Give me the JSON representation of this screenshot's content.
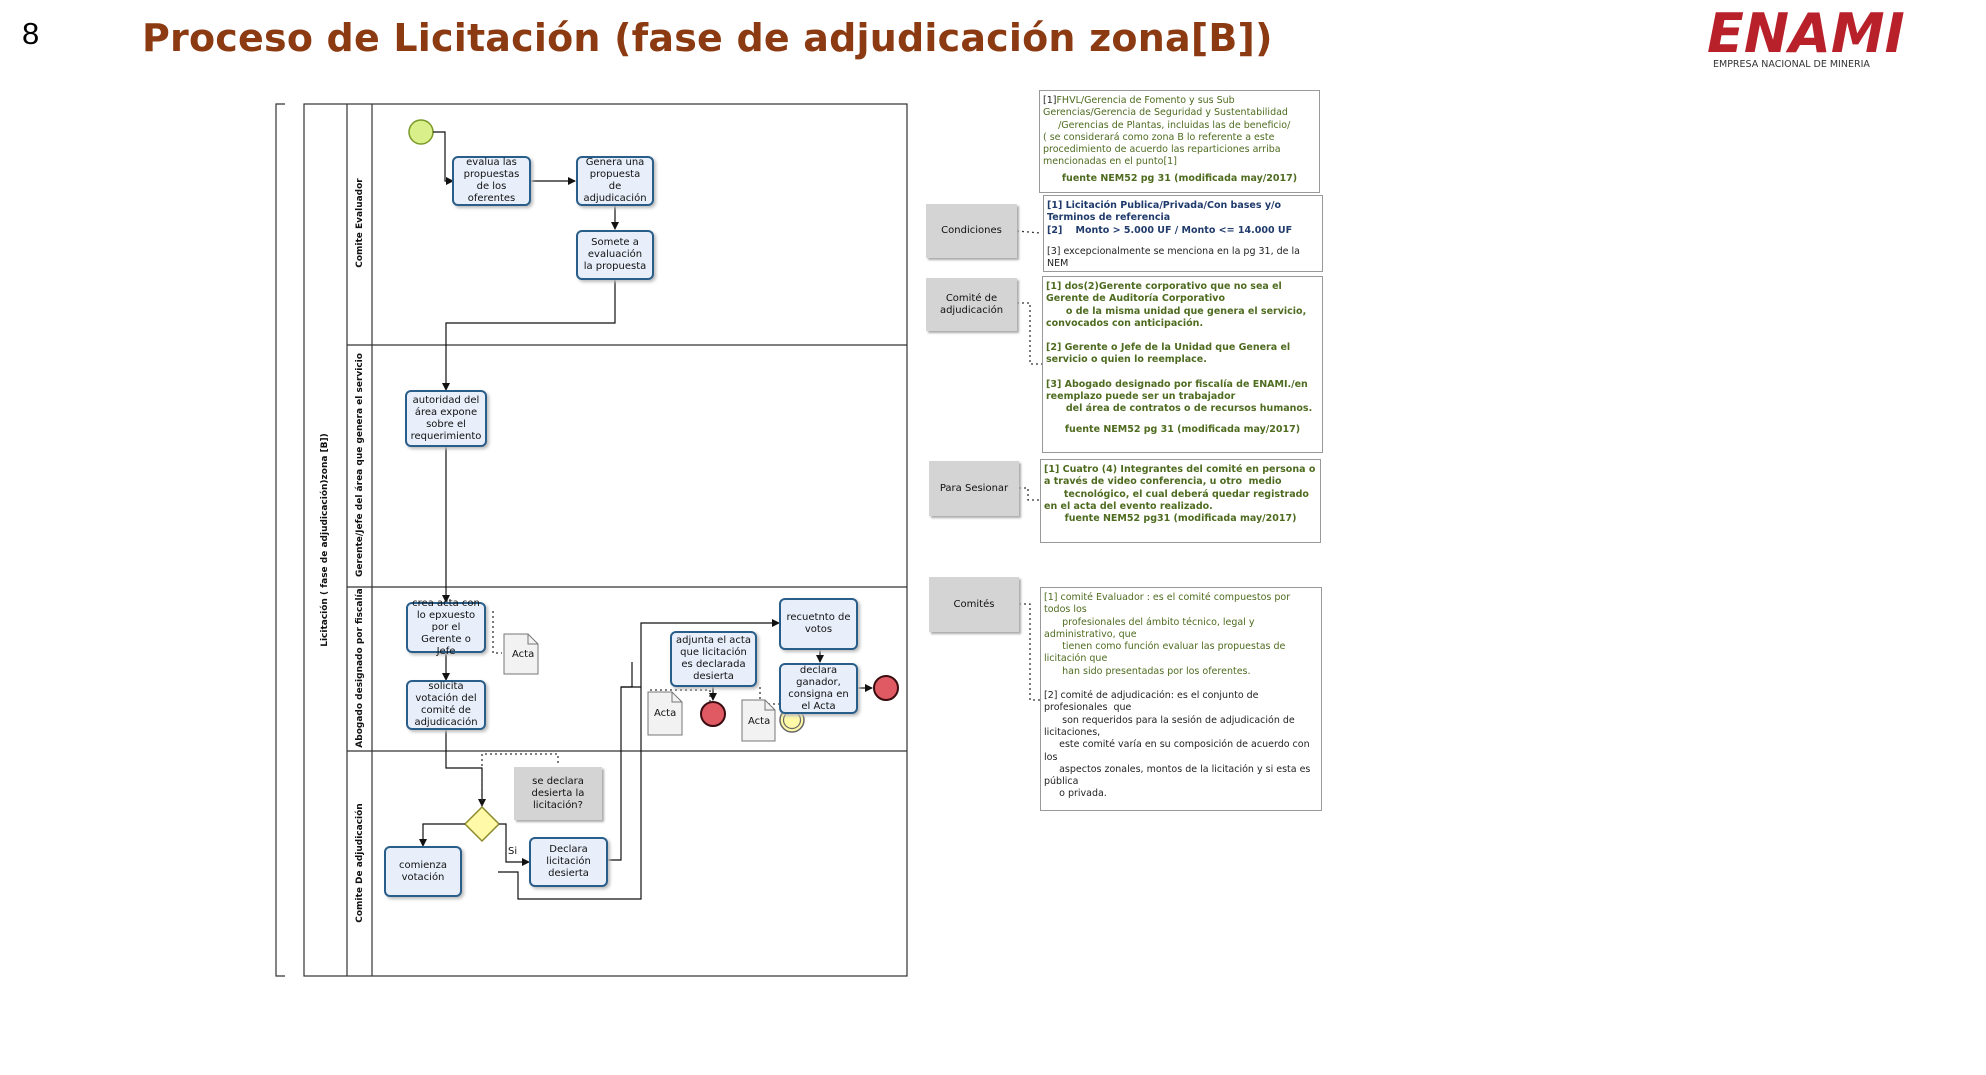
{
  "page": {
    "number": "8",
    "title": "Proceso de Licitación (fase de adjudicación zona[B])",
    "logo_text": "ENAMI",
    "logo_subtitle": "EMPRESA NACIONAL DE MINERIA"
  },
  "colors": {
    "title": "#8B3A12",
    "logo": "#B8202A",
    "task_fill": "#e8effa",
    "task_border": "#2a5e8a",
    "start_event": "#d9f08a",
    "end_event": "#e05a64",
    "gateway": "#fff9a8"
  },
  "pool": {
    "label": "Licitación  ( fase de adjudicación)zona [B])"
  },
  "lanes": [
    {
      "label": "Comite Evaluador"
    },
    {
      "label": "Gerente/Jefe del área que genera el servicio"
    },
    {
      "label": "Abogado designado por fiscalía"
    },
    {
      "label": "Comite De adjudicación"
    }
  ],
  "tasks": {
    "evalua": "evalua las propuestas de los oferentes",
    "genera": "Genera una propuesta de adjudicación",
    "somete": "Somete a evaluación la propuesta",
    "autoridad": "autoridad del área expone sobre el requerimiento",
    "crea_acta": "crea acta con lo epxuesto por el Gerente o Jefe",
    "solicita": "solicita votación del comité de adjudicación",
    "adjunta": "adjunta el acta que licitación es declarada desierta",
    "recuento": "recuetnto de votos",
    "declara_ganador": "declara ganador, consigna en el Acta",
    "comienza": "comienza votación",
    "declara_desierta": "Declara licitación desierta"
  },
  "documents": {
    "acta_1": "Acta",
    "acta_2": "Acta",
    "acta_3": "Acta"
  },
  "gateway_annotation": "se declara desierta la licitación?",
  "gateway_yes": "Si",
  "annotations": {
    "condiciones": "Condiciones",
    "comite_adjudicacion": "Comité de adjudicación",
    "para_sesionar": "Para Sesionar",
    "comites": "Comités"
  },
  "notes": {
    "zona": {
      "num": "[1]",
      "text": "FHVL/Gerencia de Fomento y sus Sub Gerencias/Gerencia de Seguridad y Sustentabilidad\n     /Gerencias de Plantas, incluidas las de beneficio/\n( se considerará como zona B lo referente a este procedimiento de acuerdo las reparticiones arriba mencionadas en el punto[1]",
      "source": "fuente NEM52 pg 31 (modificada may/2017)"
    },
    "condiciones": {
      "line1": "[1] Licitación Publica/Privada/Con bases y/o Terminos de referencia",
      "line2": "[2]    Monto > 5.000 UF / Monto <= 14.000 UF",
      "line3": "[3] excepcionalmente se menciona en la pg 31, de la NEM"
    },
    "comite_adjudicacion": {
      "item1": "[1] dos(2)Gerente corporativo que no sea el Gerente de Auditoría Corporativo\n      o de la misma unidad que genera el servicio, convocados con anticipación.",
      "item2": "[2] Gerente o Jefe de la Unidad que Genera el servicio o quien lo reemplace.",
      "item3": "[3] Abogado designado por fiscalía de ENAMI./en reemplazo puede ser un trabajador\n      del área de contratos o de recursos humanos.",
      "source": "fuente NEM52 pg 31 (modificada may/2017)"
    },
    "para_sesionar": {
      "text": "[1] Cuatro (4) Integrantes del comité en persona o a través de video conferencia, u otro  medio\n      tecnológico, el cual deberá quedar registrado en el acta del evento realizado.",
      "source": "fuente NEM52 pg31 (modificada may/2017)"
    },
    "comites": {
      "item1": "[1] comité Evaluador : es el comité compuestos por todos los\n      profesionales del ámbito técnico, legal y administrativo, que\n      tienen como función evaluar las propuestas de licitación que\n      han sido presentadas por los oferentes.",
      "item2": "[2] comité de adjudicación: es el conjunto de profesionales  que\n      son requeridos para la sesión de adjudicación de licitaciones,\n     este comité varía en su composición de acuerdo con los\n     aspectos zonales, montos de la licitación y si esta es pública\n     o privada."
    }
  }
}
